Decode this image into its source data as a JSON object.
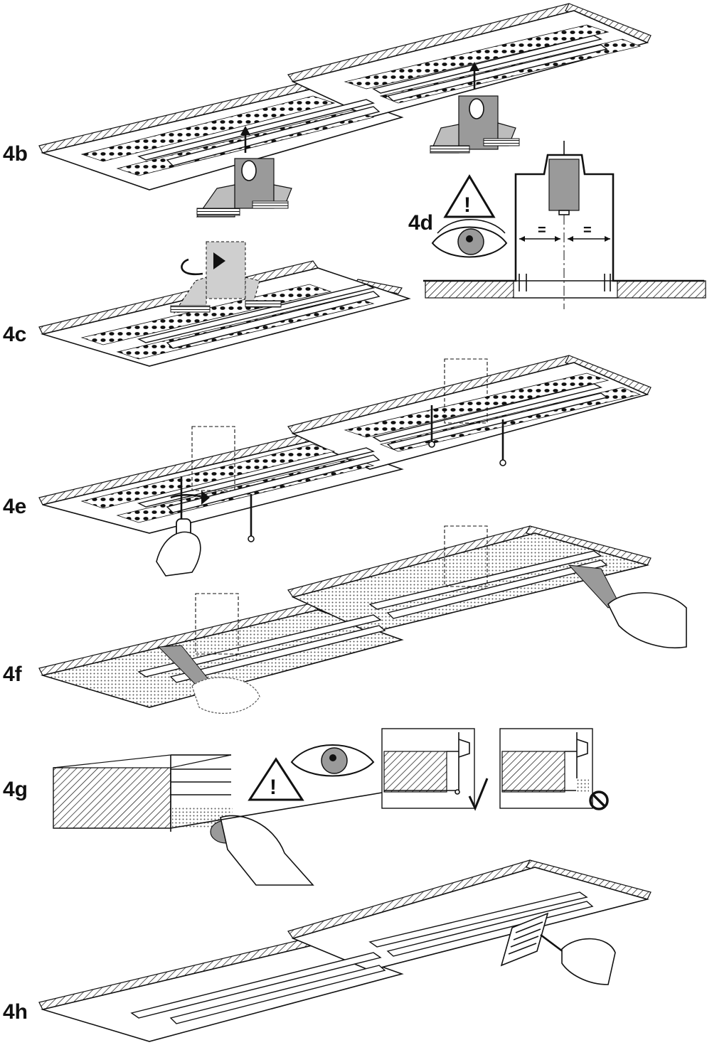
{
  "steps": {
    "b": "4b",
    "c": "4c",
    "d": "4d",
    "e": "4e",
    "f": "4f",
    "g": "4g",
    "h": "4h"
  },
  "warning_symbol": "!",
  "equal_mark": "=",
  "icons": {
    "warning": "warning-triangle-icon",
    "eye": "eye-icon",
    "check": "check-mark-icon",
    "prohibited": "prohibited-icon"
  },
  "colors": {
    "line": "#111111",
    "fill_grey": "#9a9a9a",
    "hatch": "#111111",
    "background": "#ffffff"
  }
}
